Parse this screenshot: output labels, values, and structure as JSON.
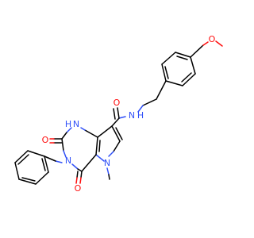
{
  "colors": {
    "carbon": "#000000",
    "nitrogen": "#3050f8",
    "oxygen": "#ff0d0d",
    "background": "#ffffff"
  },
  "atoms": {
    "o_methoxy": "O",
    "nh_amide": "N",
    "h_amide": "H",
    "o_amide": "O",
    "n1_h": "H",
    "n1": "N",
    "o_c2": "O",
    "n3": "N",
    "o_c4": "O",
    "n5": "N"
  }
}
